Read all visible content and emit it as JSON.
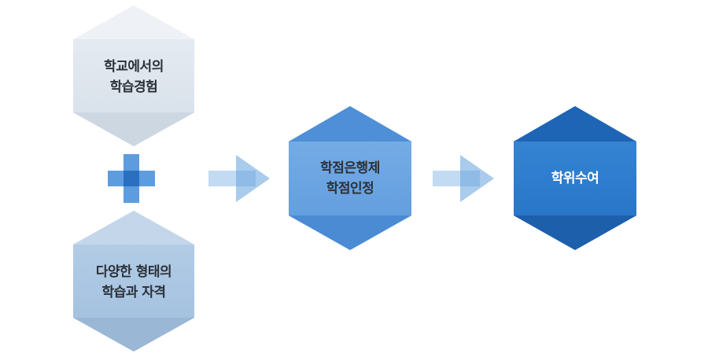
{
  "colors": {
    "school_hex": "#dfe6ee",
    "diverse_hex": "#adc7e1",
    "credit_hex": "#6aa5e3",
    "degree_hex": "#2e7fd2",
    "plus": "#4a8ed8",
    "arrow": "#a9cbec"
  },
  "nodes": {
    "school": {
      "line1": "학교에서의",
      "line2": "학습경험"
    },
    "diverse": {
      "line1": "다양한 형태의",
      "line2": "학습과 자격"
    },
    "credit": {
      "line1": "학점은행제",
      "line2": "학점인정"
    },
    "degree": {
      "label": "학위수여"
    }
  },
  "icons": [
    "plus-icon",
    "arrow-right-icon"
  ]
}
